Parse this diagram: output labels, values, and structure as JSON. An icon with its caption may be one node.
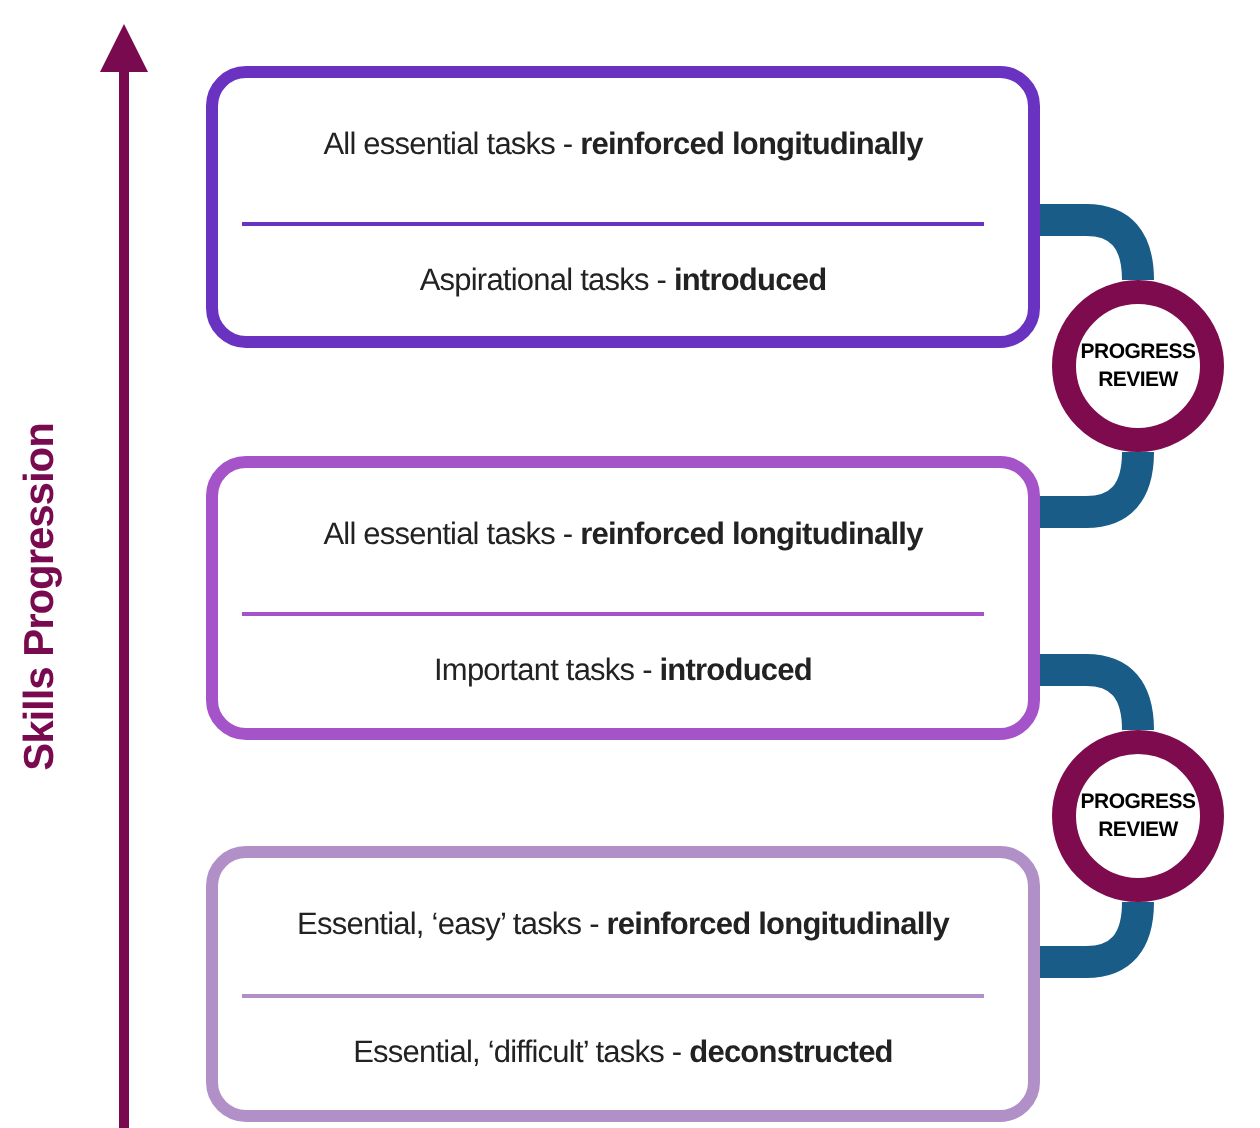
{
  "diagram": {
    "nodes": [
      {
        "text": [
          "All essential tasks - **reinforced longitudinally**",
          "Aspirational tasks - **introduced**"
        ]
      },
      {
        "text": [
          "PROGRESS REVIEW"
        ]
      },
      {
        "text": [
          "All essential tasks - **reinforced longitudinally**",
          "Important tasks - **introduced**"
        ]
      },
      {
        "text": [
          "PROGRESS REVIEW"
        ]
      },
      {
        "text": [
          "Essential, ‘easy’ tasks - **reinforced longitudinally**",
          "Essential, ‘difficult’ tasks - **deconstructed**"
        ]
      }
    ],
    "edges": [
      {
        "from": 0,
        "to": 1,
        "arrow": "none"
      },
      {
        "from": 1,
        "to": 2,
        "arrow": "none"
      },
      {
        "from": 2,
        "to": 3,
        "arrow": "none"
      },
      {
        "from": 3,
        "to": 4,
        "arrow": "none"
      }
    ],
    "labels": [
      "Skills Progression"
    ]
  }
}
